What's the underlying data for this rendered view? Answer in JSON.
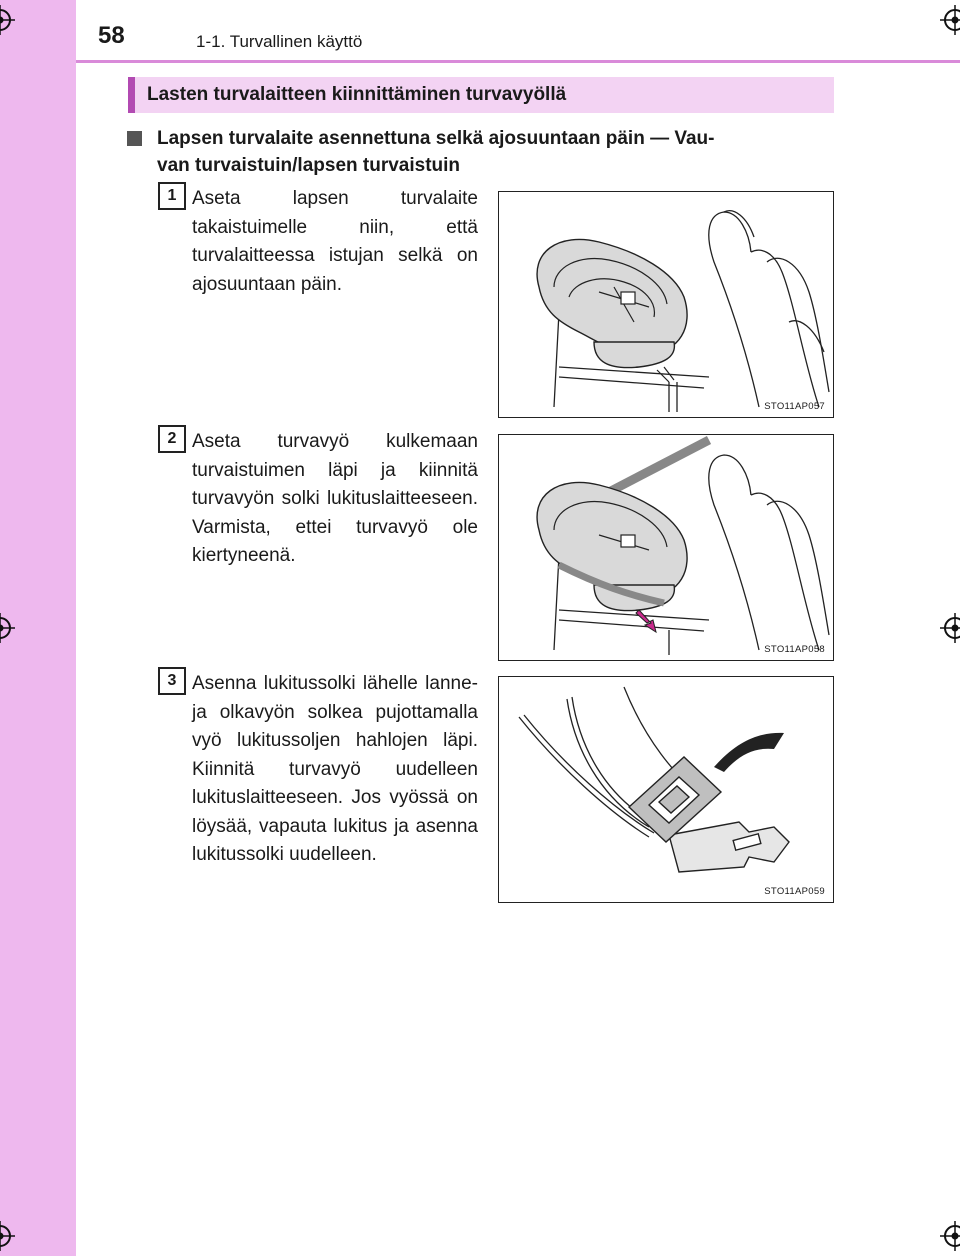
{
  "header": {
    "page_number": "58",
    "chapter": "1-1. Turvallinen käyttö"
  },
  "section": {
    "title": "Lasten turvalaitteen kiinnittäminen turvavyöllä"
  },
  "subheading": {
    "line1": "Lapsen turvalaite asennettuna selkä ajosuuntaan päin — Vau-",
    "line2": "van turvaistuin/lapsen turvaistuin"
  },
  "steps": [
    {
      "number": "1",
      "text": "Aseta lapsen turvalaite takaistuimelle niin, että turvalaitteessa istujan selkä on ajosuuntaan päin.",
      "figure_code": "STO11AP057"
    },
    {
      "number": "2",
      "text": "Aseta turvavyö kulkemaan turvaistuimen läpi ja kiinnitä turvavyön solki lukituslaitteeseen. Varmista, ettei turvavyö ole kiertyneenä.",
      "figure_code": "STO11AP058"
    },
    {
      "number": "3",
      "text": "Asenna lukitussolki lähelle lanne- ja olkavyön solkea pujottamalla vyö lukitussoljen hahlojen läpi. Kiinnitä turvavyö uudelleen lukituslaitteeseen. Jos vyössä on löysää, vapauta lukitus ja asenna lukitussolki uudelleen.",
      "figure_code": "STO11AP059"
    }
  ],
  "colors": {
    "side_band": "#eeb8ee",
    "banner_bg": "#f3d3f3",
    "banner_accent": "#b24ab2",
    "arrow": "#c82a8c"
  }
}
